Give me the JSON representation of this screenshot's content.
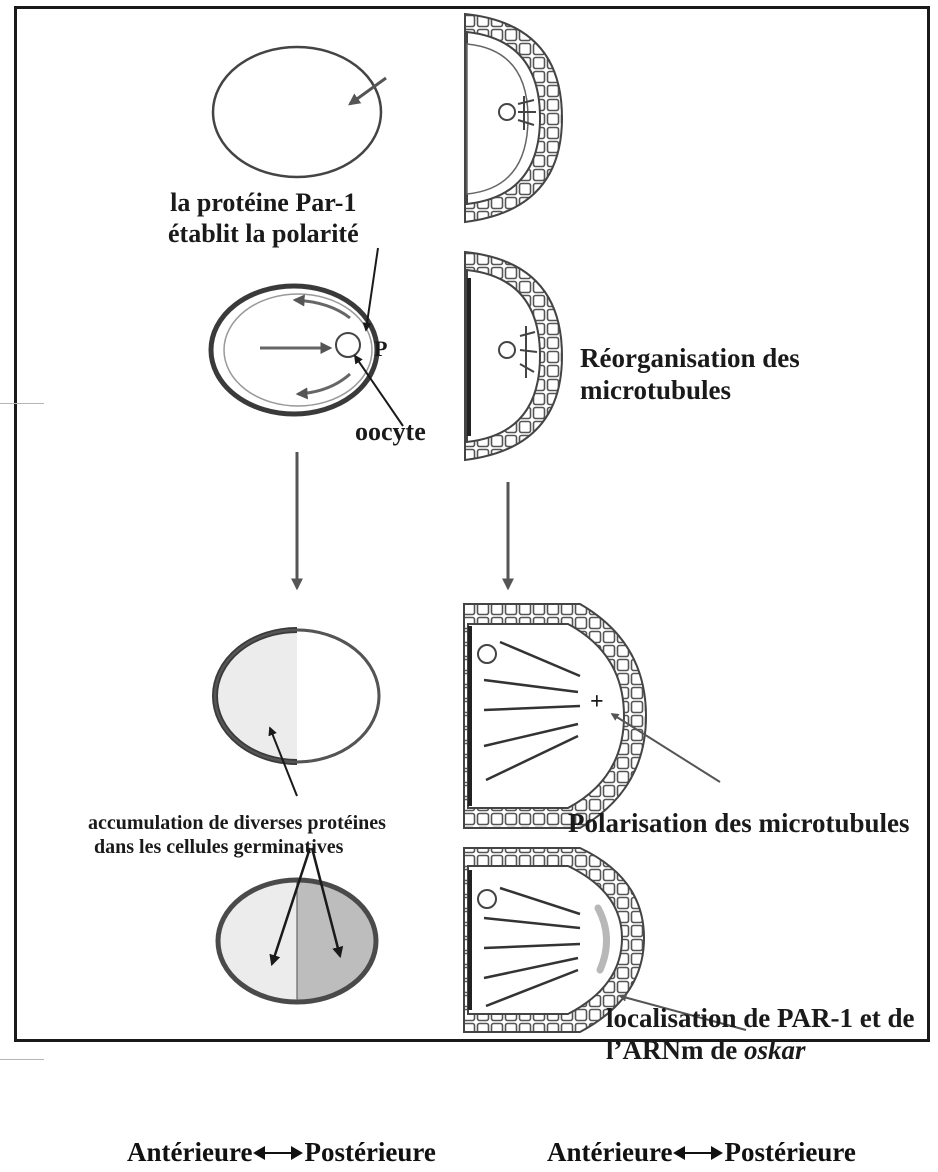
{
  "labels": {
    "par1_line1": "la protéine Par-1",
    "par1_line2": "établit la polarité",
    "p_marker": "P",
    "oocyte": "oocyte",
    "reorg_line1": "Réorganisation des",
    "reorg_line2": "microtubules",
    "accum_line1": "accumulation de diverses protéines",
    "accum_line2": "dans les cellules germinatives",
    "polarisation": "Polarisation des microtubules",
    "plus_marker": "+",
    "local_line1": "localisation de PAR-1 et de",
    "local_line2_prefix": "l’ARNm de ",
    "local_line2_italic": "oskar"
  },
  "axis": {
    "left_anterior": "Antérieure",
    "left_posterior": "Postérieure",
    "right_anterior": "Antérieure",
    "right_posterior": "Postérieure"
  },
  "colors": {
    "ink": "#1a1a1a",
    "arrow": "#555555",
    "outline_dark": "#4a4a4a",
    "fill_light": "#ececec",
    "fill_dark": "#bdbdbd"
  }
}
